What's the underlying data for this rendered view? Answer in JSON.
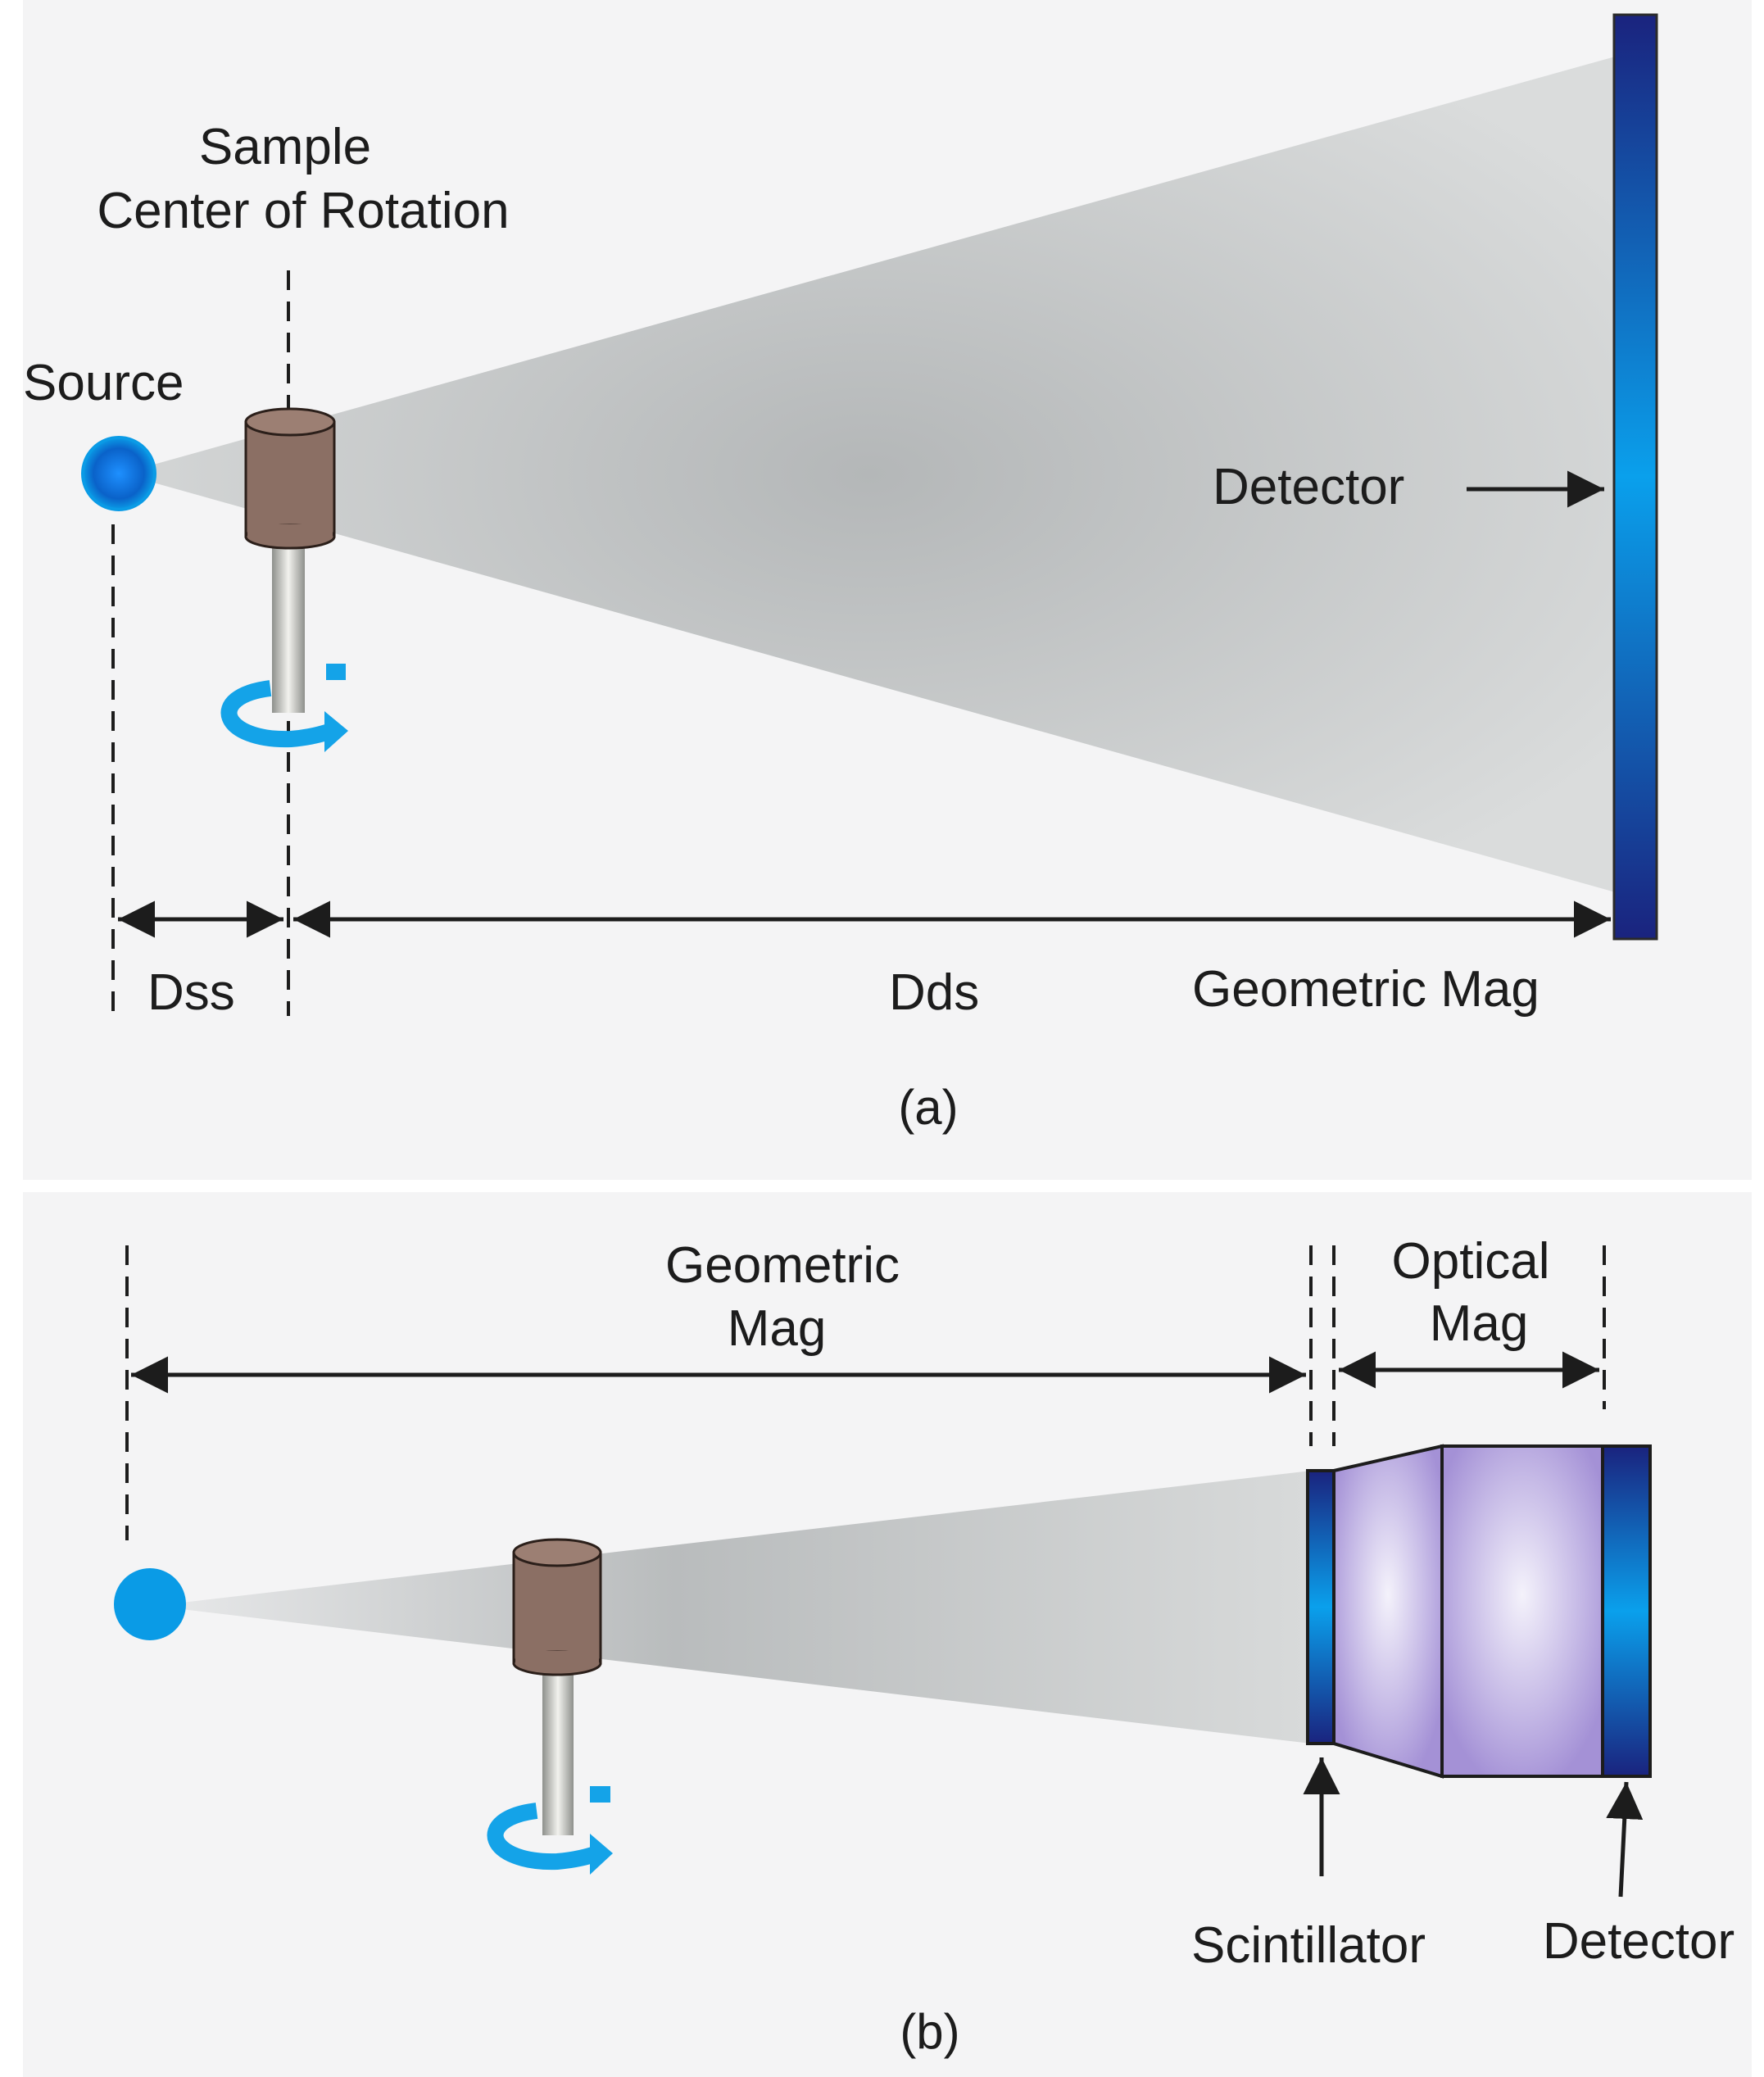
{
  "panel_a": {
    "sample_title_line1": "Sample",
    "sample_title_line2": "Center of Rotation",
    "source_label": "Source",
    "detector_label": "Detector",
    "dss_label": "Dss",
    "dds_label": "Dds",
    "geometric_mag_label": "Geometric Mag",
    "caption": "(a)"
  },
  "panel_b": {
    "geometric_mag_line1": "Geometric",
    "geometric_mag_line2": "Mag",
    "optical_mag_line1": "Optical",
    "optical_mag_line2": "Mag",
    "scintillator_label": "Scintillator",
    "detector_label": "Detector",
    "caption": "(b)"
  },
  "colors": {
    "beam": "#c9cccd",
    "source": "#0a9be6",
    "detector": "#1a2a8e",
    "sample": "#8b6f64",
    "rotation_arrow": "#14a3e8",
    "lens": "#b8a8e0"
  },
  "icons": {
    "rotation": "circular-arrow-icon",
    "dimension": "double-headed-arrow-icon"
  }
}
